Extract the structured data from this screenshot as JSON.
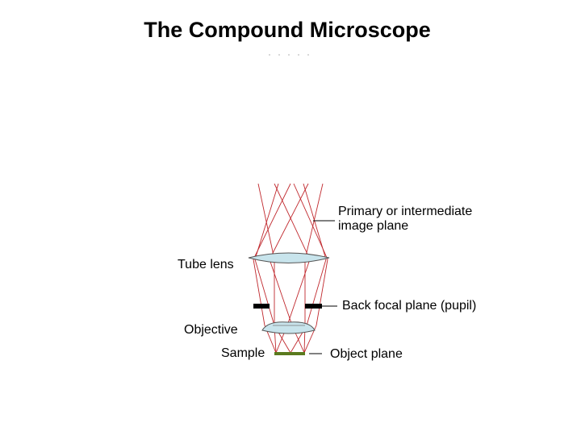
{
  "title": "The Compound Microscope",
  "labels": {
    "primary_image_plane": "Primary or intermediate image plane",
    "tube_lens": "Tube lens",
    "back_focal_plane": "Back focal plane (pupil)",
    "objective": "Objective",
    "sample": "Sample",
    "object_plane": "Object plane"
  },
  "colors": {
    "ray": "#c0282d",
    "lens_fill": "#c8e4ec",
    "lens_stroke": "#555555",
    "sample": "#5a7a1e",
    "aperture": "#000000"
  }
}
